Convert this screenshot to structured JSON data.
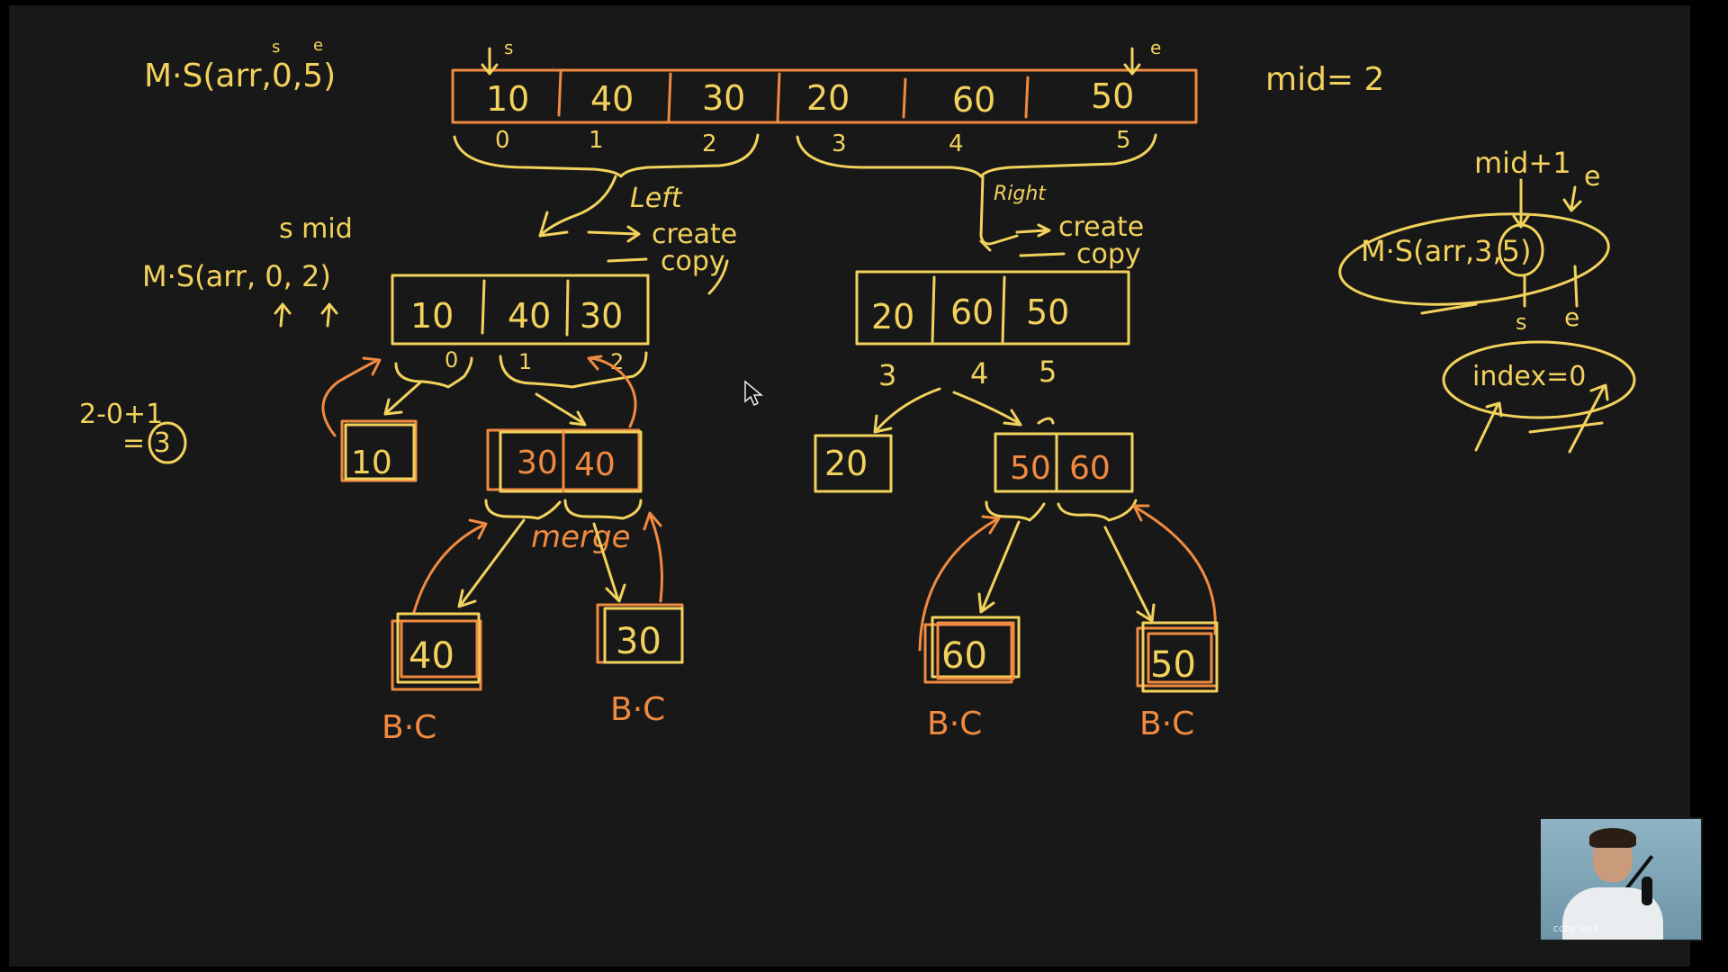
{
  "top_call": {
    "func": "M·S(arr,0,5)",
    "s_mark": "s",
    "e_mark": "e"
  },
  "mid_label": "mid= 2",
  "main_array": {
    "values": [
      "10",
      "40",
      "30",
      "20",
      "60",
      "50"
    ],
    "indices": [
      "0",
      "1",
      "2",
      "3",
      "4",
      "5"
    ],
    "s_mark": "s",
    "e_mark": "e"
  },
  "left_branch": {
    "label": "Left",
    "create": "create",
    "copy": "copy"
  },
  "right_branch": {
    "label": "Right",
    "create": "create",
    "copy": "copy"
  },
  "left_call": {
    "func": "M·S(arr, 0, 2)",
    "annot": "s mid"
  },
  "left_array": {
    "values": [
      "10",
      "40",
      "30"
    ],
    "indices": [
      "0",
      "1",
      "2"
    ]
  },
  "right_array": {
    "values": [
      "20",
      "60",
      "50"
    ],
    "indices": [
      "3",
      "4",
      "5"
    ]
  },
  "calc_note": {
    "line1": "2-0+1",
    "line2": "= 3"
  },
  "left_level2": {
    "single": "10",
    "pair": [
      "30",
      "40"
    ],
    "merge": "merge"
  },
  "right_level2": {
    "single": "20",
    "pair": [
      "50",
      "60"
    ]
  },
  "base_cases": {
    "boxes": [
      "40",
      "30",
      "60",
      "50"
    ],
    "label": "B·C"
  },
  "right_panel": {
    "top_labels": "mid+1",
    "e_label": "e",
    "call": "M·S(arr,3,5)",
    "s_below": "s",
    "e_below": "e",
    "index_note": "index=0"
  },
  "webcam": {
    "caption": "CODE HELP"
  }
}
